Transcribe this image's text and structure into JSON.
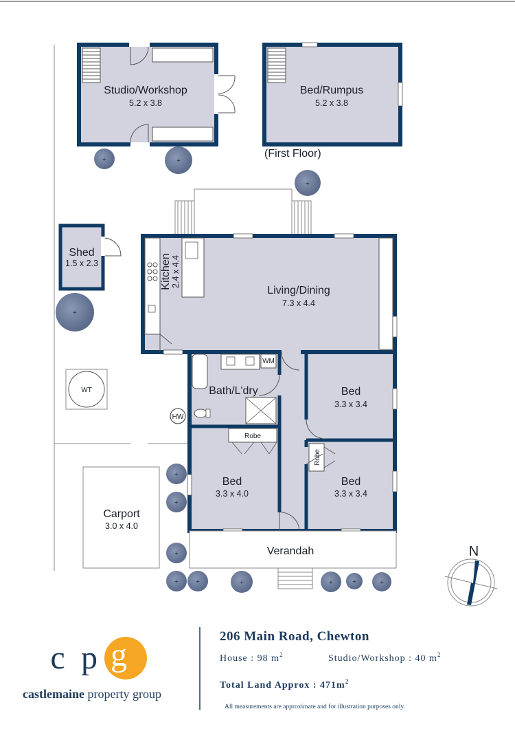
{
  "rooms": {
    "studio": {
      "name": "Studio/Workshop",
      "dims": "5.2 x 3.8"
    },
    "rumpus": {
      "name": "Bed/Rumpus",
      "dims": "5.2 x 3.8",
      "floor_note": "(First Floor)"
    },
    "shed": {
      "name": "Shed",
      "dims": "1.5 x 2.3"
    },
    "kitchen": {
      "name": "Kitchen",
      "dims": "2.4 x 4.4"
    },
    "living": {
      "name": "Living/Dining",
      "dims": "7.3 x 4.4"
    },
    "bath": {
      "name": "Bath/L'dry",
      "wm": "WM",
      "hw": "HW"
    },
    "bed1": {
      "name": "Bed",
      "dims": "3.3 x 3.4"
    },
    "bed2": {
      "name": "Bed",
      "dims": "3.3 x 4.0",
      "robe": "Robe"
    },
    "bed3": {
      "name": "Bed",
      "dims": "3.3 x 3.4",
      "robe": "Robe"
    },
    "carport": {
      "name": "Carport",
      "dims": "3.0 x 4.0"
    },
    "verandah": {
      "name": "Verandah"
    },
    "wt": {
      "label": "WT"
    }
  },
  "compass": {
    "label": "N"
  },
  "footer": {
    "brand_letters": [
      "c",
      "p",
      "g"
    ],
    "brand_name_bold": "castlemaine",
    "brand_name_rest": " property group",
    "address": "206 Main Road, Chewton",
    "house_label": "House : 98 m",
    "studio_label": "Studio/Workshop : 40 m",
    "land_label": "Total Land Approx : 471m",
    "sup": "2",
    "disclaimer": "All measurements are approximate and for illustration purposes only."
  },
  "colors": {
    "wall": "#0e3a63",
    "floor": "#d2d3de",
    "bush": "#6f7f9f",
    "accent": "#f5a623",
    "brand": "#1d3a5c"
  }
}
